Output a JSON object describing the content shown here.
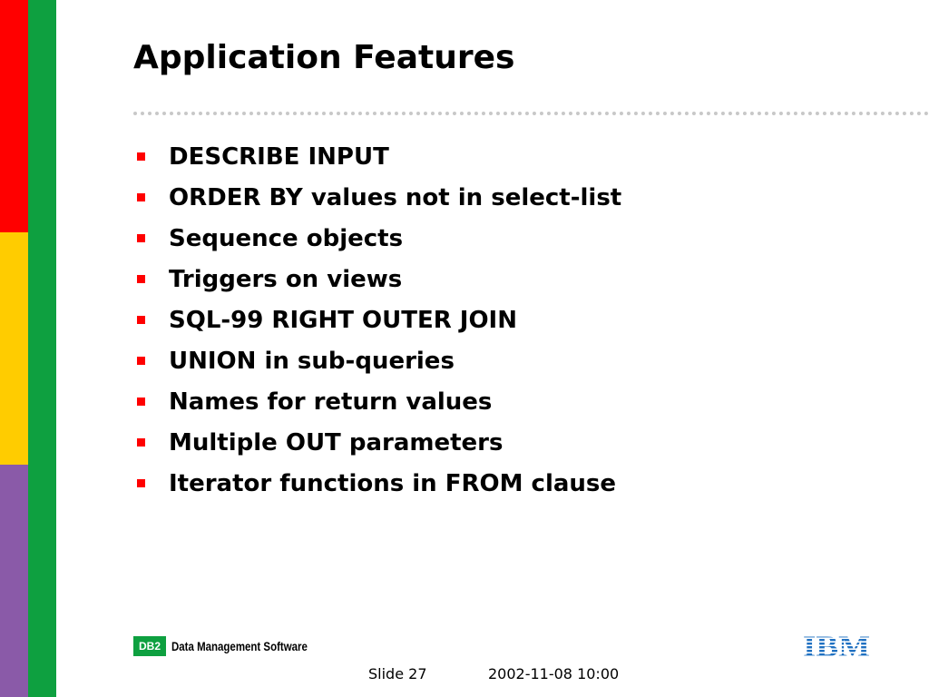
{
  "slide": {
    "title": "Application Features",
    "bullets": [
      "DESCRIBE INPUT",
      "ORDER BY values not in select-list",
      "Sequence objects",
      "Triggers on views",
      "SQL-99 RIGHT OUTER JOIN",
      "UNION in sub-queries",
      "Names for return values",
      "Multiple OUT parameters",
      "Iterator functions in FROM clause"
    ]
  },
  "footer": {
    "brand_badge": "DB2",
    "brand_label": "Data Management Software",
    "company_logo": "IBM",
    "slide_number": "Slide 27",
    "date": "2002-11-08 10:00"
  },
  "colors": {
    "bar_red": "#ff0000",
    "bar_yellow": "#ffcc00",
    "bar_purple": "#8a5aa8",
    "bar_green": "#0ea040",
    "bullet": "#ff0000",
    "ibm_blue": "#1f70c1"
  },
  "icons": {
    "bullet": "square-bullet-icon"
  }
}
